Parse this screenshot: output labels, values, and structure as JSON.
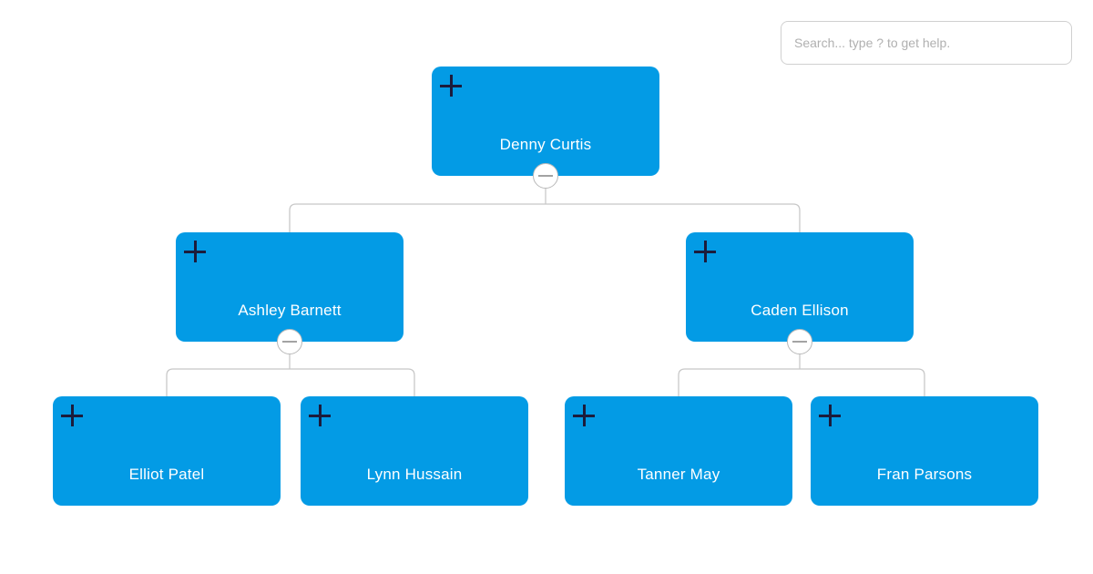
{
  "search": {
    "placeholder": "Search... type ? to get help."
  },
  "colors": {
    "background": "#ffffff",
    "node_fill": "#039be5",
    "node_text": "#ffffff",
    "expand_plus_icon": "#1c1c3c",
    "connector_line": "#c8c8c8",
    "toggle_circle_border": "#b9b9b9",
    "toggle_minus": "#a3a3a3"
  },
  "org_chart": {
    "type": "tree",
    "orientation": "top-down",
    "nodes": [
      {
        "name": "Denny Curtis",
        "parent": null,
        "has_add_button": true,
        "collapse_toggle": "expanded"
      },
      {
        "name": "Ashley Barnett",
        "parent": "Denny Curtis",
        "has_add_button": true,
        "collapse_toggle": "expanded"
      },
      {
        "name": "Caden Ellison",
        "parent": "Denny Curtis",
        "has_add_button": true,
        "collapse_toggle": "expanded"
      },
      {
        "name": "Elliot Patel",
        "parent": "Ashley Barnett",
        "has_add_button": true,
        "collapse_toggle": "none"
      },
      {
        "name": "Lynn Hussain",
        "parent": "Ashley Barnett",
        "has_add_button": true,
        "collapse_toggle": "none"
      },
      {
        "name": "Tanner May",
        "parent": "Caden Ellison",
        "has_add_button": true,
        "collapse_toggle": "none"
      },
      {
        "name": "Fran Parsons",
        "parent": "Caden Ellison",
        "has_add_button": true,
        "collapse_toggle": "none"
      }
    ]
  }
}
